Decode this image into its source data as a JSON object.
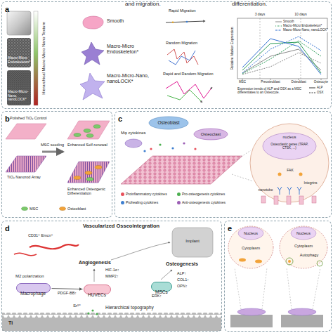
{
  "diagram": {
    "nodes": [
      {
        "text": [
          "a"
        ]
      },
      {
        "text": [
          "b"
        ]
      },
      {
        "text": [
          "c"
        ]
      },
      {
        "text": [
          "d"
        ]
      },
      {
        "text": [
          "e"
        ]
      },
      {
        "text": [
          "Macrophage"
        ],
        "in": 3
      },
      {
        "text": [
          "HUVECs"
        ],
        "in": 3
      },
      {
        "text": [
          "MSCs"
        ],
        "in": 3
      }
    ],
    "edges": [
      {
        "from": 5,
        "to": 6,
        "label": "PDGF-BB↑",
        "arrow": "to"
      }
    ],
    "labels": [
      "and migration.",
      "Hierarchical Macro Micro Nano Texture",
      "Macro-Micro Endoskeleton*",
      "Macro-Micro-Nano, nanoLOCK*",
      "Smooth",
      "Macro-Micro Endoskeleton*",
      "Macro-Micro-Nano, nanoLOCK*",
      "Rapid Migration",
      "Random Migration",
      "Rapid and Random Migration",
      "differentiation.",
      "3 days",
      "10 days",
      "Relative Marker Expression",
      "MSC",
      "Preosteoblast",
      "Osteoblast",
      "Osteocyte",
      "Expression trends of ALP and OSX as a MSC differentiates to an Osteocyte.",
      "Polished TiO₂ Control",
      "TiO₂ Nanorod Array",
      "MSC seeding",
      "Enhanced Self-renewal",
      "Enhanced Osteogenic Differentiation",
      "Osteoblast",
      "Mφ cytokines",
      "Osteoclast",
      "nucleus",
      "Osteoclastic genes (TRAP, CTSK, ...)",
      "FAK",
      "nanotube",
      "Integrins",
      "Vascularized Osseointegration",
      "CD31⁺ Emcn⁺",
      "Implant",
      "Angiogenesis",
      "Osteogenesis",
      "M2 polarization",
      "HIF-1α↑",
      "MMP2↑",
      "ERK↑",
      "ALP↑",
      "COL1↑",
      "OPN↑",
      "Sr²⁺",
      "Hierarchical topography",
      "Ti",
      "Nucleus",
      "Cytoplasm",
      "Nucleus",
      "Cytoplasm",
      "Autophagy"
    ],
    "legend": [
      {
        "text": "Smooth"
      },
      {
        "text": "Macro-Micro Endoskeleton*"
      },
      {
        "text": "Macro-Micro-Nano, nanoLOCK*"
      },
      {
        "text": "ALP"
      },
      {
        "text": "OSX"
      },
      {
        "text": "MSC"
      },
      {
        "text": "Osteoblast"
      },
      {
        "text": "Proinflammatory cytokines",
        "color": "#e8505b"
      },
      {
        "text": "Pro-osteogenesis cytokines",
        "color": "#4caf50"
      },
      {
        "text": "Prohealing cytokines",
        "color": "#3f7fd0"
      },
      {
        "text": "Anti-osteogenesis cytokines",
        "color": "#9c5fb5"
      }
    ]
  }
}
